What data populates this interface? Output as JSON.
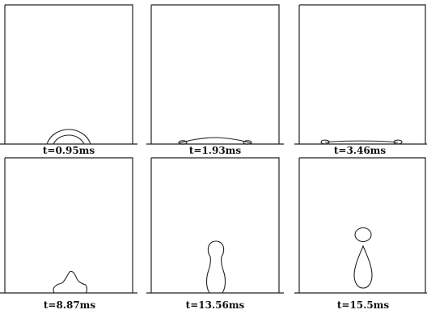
{
  "figure": {
    "panels": [
      {
        "id": "p1",
        "label": "t=0.95ms",
        "stage": "droplet-cap"
      },
      {
        "id": "p2",
        "label": "t=1.93ms",
        "stage": "thin-film"
      },
      {
        "id": "p3",
        "label": "t=3.46ms",
        "stage": "flat-film"
      },
      {
        "id": "p4",
        "label": "t=8.87ms",
        "stage": "triangular-bump"
      },
      {
        "id": "p5",
        "label": "t=13.56ms",
        "stage": "necked-column"
      },
      {
        "id": "p6",
        "label": "t=15.5ms",
        "stage": "pinched-droplet"
      }
    ]
  }
}
